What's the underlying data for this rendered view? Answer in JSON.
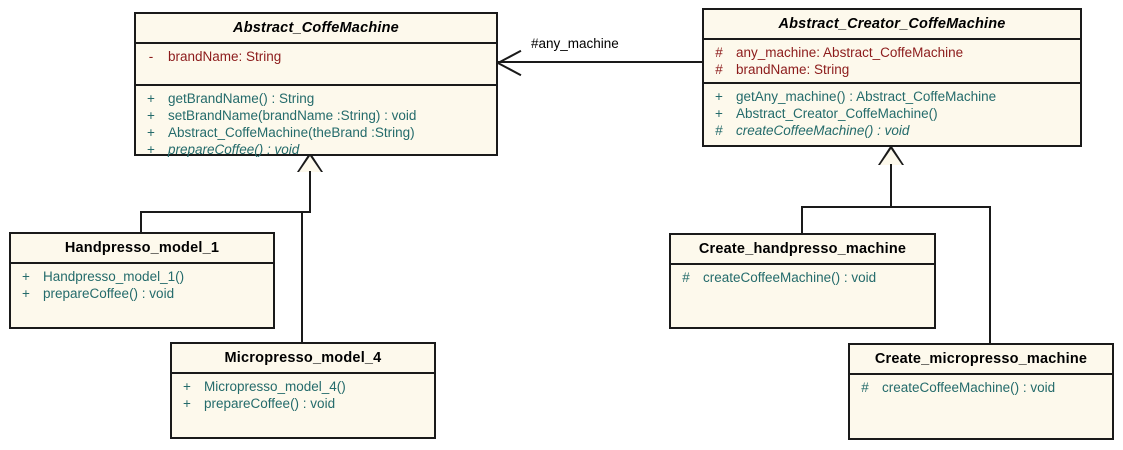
{
  "diagram": {
    "title": "Abstract Factory / Factory Method coffee machine class diagram",
    "colors": {
      "box_fill": "#fdf9ec",
      "border": "#1a1a1a",
      "attribute_text": "#8c1b1b",
      "operation_text": "#246b6b",
      "background": "#ffffff"
    },
    "classes": [
      {
        "id": "abstract-coffemachine",
        "name": "Abstract_CoffeMachine",
        "abstract": true,
        "attributes": [
          {
            "visibility": "-",
            "text": "brandName:  String"
          }
        ],
        "operations": [
          {
            "visibility": "+",
            "text": "getBrandName() : String",
            "abstract": false
          },
          {
            "visibility": "+",
            "text": "setBrandName(brandName :String) : void",
            "abstract": false
          },
          {
            "visibility": "+",
            "text": "Abstract_CoffeMachine(theBrand :String)",
            "abstract": false
          },
          {
            "visibility": "+",
            "text": "prepareCoffee() : void",
            "abstract": true
          }
        ]
      },
      {
        "id": "abstract-creator-coffemachine",
        "name": "Abstract_Creator_CoffeMachine",
        "abstract": true,
        "attributes": [
          {
            "visibility": "#",
            "text": "any_machine:  Abstract_CoffeMachine"
          },
          {
            "visibility": "#",
            "text": "brandName:  String"
          }
        ],
        "operations": [
          {
            "visibility": "+",
            "text": "getAny_machine() : Abstract_CoffeMachine",
            "abstract": false
          },
          {
            "visibility": "+",
            "text": "Abstract_Creator_CoffeMachine()",
            "abstract": false
          },
          {
            "visibility": "#",
            "text": "createCoffeeMachine() : void",
            "abstract": true
          }
        ]
      },
      {
        "id": "handpresso-model-1",
        "name": "Handpresso_model_1",
        "abstract": false,
        "attributes": [],
        "operations": [
          {
            "visibility": "+",
            "text": "Handpresso_model_1()",
            "abstract": false
          },
          {
            "visibility": "+",
            "text": "prepareCoffee() : void",
            "abstract": false
          }
        ]
      },
      {
        "id": "micropresso-model-4",
        "name": "Micropresso_model_4",
        "abstract": false,
        "attributes": [],
        "operations": [
          {
            "visibility": "+",
            "text": "Micropresso_model_4()",
            "abstract": false
          },
          {
            "visibility": "+",
            "text": "prepareCoffee() : void",
            "abstract": false
          }
        ]
      },
      {
        "id": "create-handpresso-machine",
        "name": "Create_handpresso_machine",
        "abstract": false,
        "attributes": [],
        "operations": [
          {
            "visibility": "#",
            "text": "createCoffeeMachine() : void",
            "abstract": false
          }
        ]
      },
      {
        "id": "create-micropresso-machine",
        "name": "Create_micropresso_machine",
        "abstract": false,
        "attributes": [],
        "operations": [
          {
            "visibility": "#",
            "text": "createCoffeeMachine() : void",
            "abstract": false
          }
        ]
      }
    ],
    "relationships": [
      {
        "id": "assoc-any-machine",
        "type": "association",
        "label": "#any_machine",
        "from": "Abstract_Creator_CoffeMachine",
        "to": "Abstract_CoffeMachine"
      },
      {
        "id": "gen-handpresso",
        "type": "generalization",
        "label": "",
        "from": "Handpresso_model_1",
        "to": "Abstract_CoffeMachine"
      },
      {
        "id": "gen-micropresso",
        "type": "generalization",
        "label": "",
        "from": "Micropresso_model_4",
        "to": "Abstract_CoffeMachine"
      },
      {
        "id": "gen-create-handpresso",
        "type": "generalization",
        "label": "",
        "from": "Create_handpresso_machine",
        "to": "Abstract_Creator_CoffeMachine"
      },
      {
        "id": "gen-create-micropresso",
        "type": "generalization",
        "label": "",
        "from": "Create_micropresso_machine",
        "to": "Abstract_Creator_CoffeMachine"
      }
    ]
  }
}
